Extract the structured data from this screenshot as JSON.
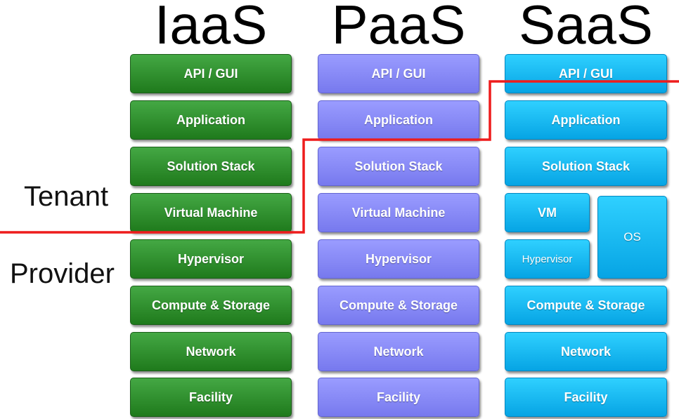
{
  "columns": [
    {
      "title": "IaaS",
      "color": "#2e9a2b"
    },
    {
      "title": "PaaS",
      "color": "#8486fa"
    },
    {
      "title": "SaaS",
      "color": "#1ab8f2"
    }
  ],
  "layers": [
    "API / GUI",
    "Application",
    "Solution Stack",
    "Virtual Machine",
    "Hypervisor",
    "Compute & Storage",
    "Network",
    "Facility"
  ],
  "saas_split": {
    "vm": "VM",
    "hypervisor": "Hypervisor",
    "os": "OS"
  },
  "labels": {
    "tenant": "Tenant",
    "provider": "Provider"
  },
  "boundary_color": "#ee1c1c"
}
